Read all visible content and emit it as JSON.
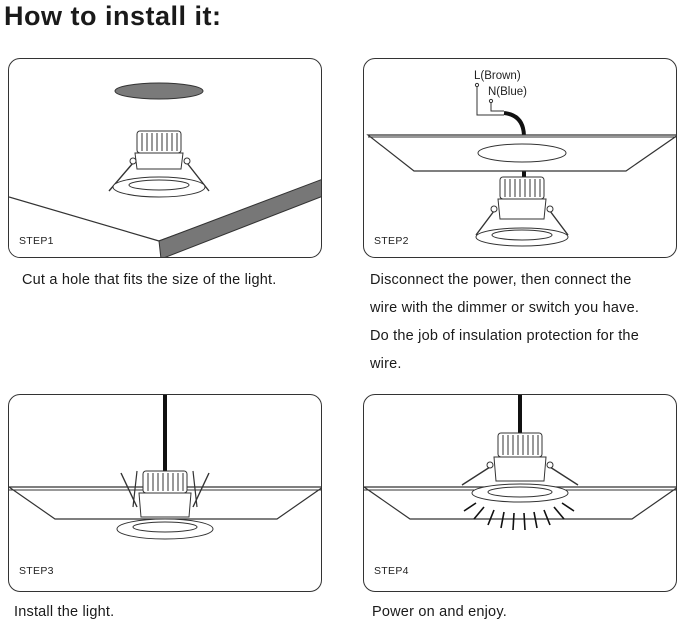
{
  "title": "How to install it:",
  "steps": [
    {
      "label": "STEP1",
      "caption": [
        "Cut a hole that fits the size of the light."
      ]
    },
    {
      "label": "STEP2",
      "caption": [
        "Disconnect the power, then connect the",
        "wire with the dimmer or switch you have.",
        "Do the job of insulation protection for the",
        "wire."
      ],
      "wire_labels": {
        "live": "L(Brown)",
        "neutral": "N(Blue)"
      }
    },
    {
      "label": "STEP3",
      "caption": [
        "Install the light."
      ]
    },
    {
      "label": "STEP4",
      "caption": [
        "Power on and enjoy."
      ]
    }
  ]
}
